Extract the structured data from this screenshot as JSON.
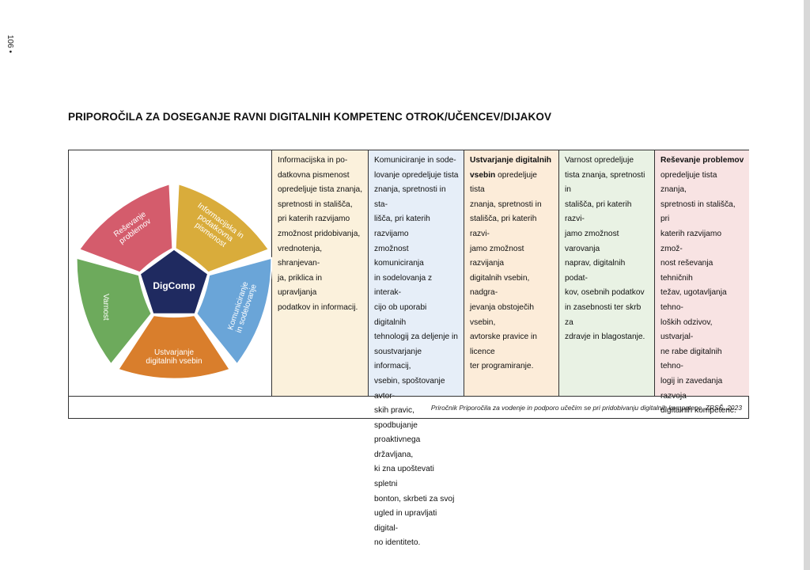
{
  "page_number": "106 •",
  "title": "PRIPOROČILA ZA DOSEGANJE RAVNI DIGITALNIH KOMPETENC OTROK/UČENCEV/DIJAKOV",
  "diagram": {
    "center": "DigComp",
    "segments": [
      {
        "label_lines": [
          "Informacijska in",
          "podatkovna",
          "pismenost"
        ],
        "color": "#d9ac3b"
      },
      {
        "label_lines": [
          "Komuniciranje",
          "in sodelovanje"
        ],
        "color": "#6aa5d8"
      },
      {
        "label_lines": [
          "Ustvarjanje",
          "digitalnih vsebin"
        ],
        "color": "#d97e2c"
      },
      {
        "label_lines": [
          "Varnost"
        ],
        "color": "#6daa5c"
      },
      {
        "label_lines": [
          "Reševanje",
          "problemov"
        ],
        "color": "#d45c6c"
      }
    ],
    "center_color": "#1f2a60"
  },
  "columns": [
    {
      "bg": "#fbf1dc",
      "lead": "",
      "lines": [
        "Informacijska in po-",
        "datkovna pismenost",
        "opredeljuje tista znanja,",
        "spretnosti in stališča,",
        "pri katerih razvijamo",
        "zmožnost pridobivanja,",
        "vrednotenja, shranjevan-",
        "ja, priklica in upravljanja",
        "podatkov in informacij."
      ]
    },
    {
      "bg": "#e6eef8",
      "lead": "",
      "lines": [
        "Komuniciranje in sode-",
        "lovanje opredeljuje tista",
        "znanja, spretnosti in sta-",
        "lišča, pri katerih razvijamo",
        "zmožnost komuniciranja",
        "in sodelovanja z interak-",
        "cijo ob uporabi digitalnih",
        "tehnologij za deljenje in",
        "soustvarjanje informacij,",
        "vsebin, spoštovanje avtor-",
        "skih pravic, spodbujanje",
        "proaktivnega državljana,",
        "ki zna upoštevati spletni",
        "bonton, skrbeti za svoj",
        "ugled in upravljati digital-",
        "no identiteto."
      ]
    },
    {
      "bg": "#fcecd9",
      "lead": "Ustvarjanje digitalnih",
      "lines": [
        "vsebin opredeljuje tista",
        "znanja, spretnosti in",
        "stališča, pri katerih razvi-",
        "jamo zmožnost razvijanja",
        "digitalnih vsebin, nadgra-",
        "jevanja obstoječih vsebin,",
        "avtorske pravice in licence",
        "ter programiranje."
      ]
    },
    {
      "bg": "#e9f2e4",
      "lead": "",
      "lines": [
        "Varnost opredeljuje",
        "tista znanja, spretnosti in",
        "stališča, pri katerih razvi-",
        "jamo zmožnost varovanja",
        "naprav, digitalnih podat-",
        "kov, osebnih podatkov",
        "in zasebnosti ter skrb za",
        "zdravje in blagostanje."
      ]
    },
    {
      "bg": "#f8e3e3",
      "lead": "Reševanje problemov",
      "lines": [
        "opredeljuje tista znanja,",
        "spretnosti in stališča, pri",
        "katerih razvijamo zmož-",
        "nost reševanja tehničnih",
        "težav, ugotavljanja tehno-",
        "loških odzivov, ustvarjal-",
        "ne rabe digitalnih tehno-",
        "logij in zavedanja razvoja",
        "digitalnih kompetenc."
      ]
    }
  ],
  "source": "Priročnik Priporočila za vodenje in podporo učečim se pri pridobivanju digitalnih kompetenc, ZRSŠ, 2023"
}
